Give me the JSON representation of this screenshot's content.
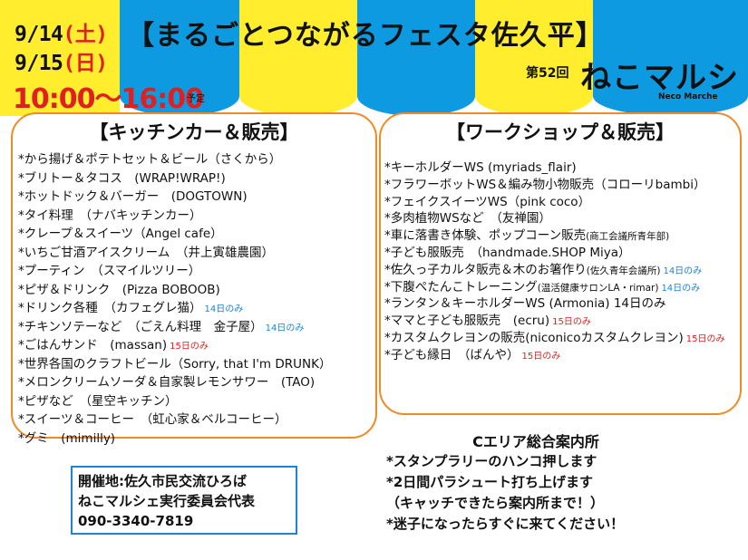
{
  "header": {
    "date1": "9/14",
    "date1_dow": "(土)",
    "date2": "9/15",
    "date2_dow": "(日)",
    "time": "10:00～16:00",
    "time_note": "予定",
    "title": "【まるごとつながるフェスタ佐久平】",
    "edition": "第52回",
    "brand": "ねこマルシェ",
    "brand_sub": "Neco Marche"
  },
  "colors": {
    "yellow": "#ffed2e",
    "blue": "#0d9ae0",
    "accent_red": "#e02020",
    "accent_blue": "#1a86d8",
    "panel_border": "#f08a24"
  },
  "kitchen": {
    "title": "【キッチンカー＆販売】",
    "items": [
      {
        "text": "*から揚げ＆ポテトセット＆ビール（さくから）",
        "note": ""
      },
      {
        "text": "*ブリトー＆タコス　(WRAP!WRAP!)",
        "note": ""
      },
      {
        "text": "*ホットドック＆バーガー　(DOGTOWN)",
        "note": ""
      },
      {
        "text": "*タイ料理　（ナバキッチンカー）",
        "note": ""
      },
      {
        "text": "*クレープ＆スイーツ（Angel cafe）",
        "note": ""
      },
      {
        "text": "*いちご甘酒アイスクリーム　（井上寅雄農園）",
        "note": ""
      },
      {
        "text": "*プーティン　（スマイルツリー）",
        "note": ""
      },
      {
        "text": "*ピザ＆ドリンク　(Pizza BOBOOB)",
        "note": ""
      },
      {
        "text": "*ドリンク各種　（カフェグレ猫）",
        "note": "14日のみ",
        "note_color": "blue"
      },
      {
        "text": "*チキンソテーなど　（ごえん料理　金子屋）",
        "note": "14日のみ",
        "note_color": "blue"
      },
      {
        "text": "*ごはんサンド　(massan)",
        "note": "15日のみ",
        "note_color": "red"
      },
      {
        "text": "*世界各国のクラフトビール（Sorry, that I'm DRUNK）",
        "note": ""
      },
      {
        "text": "*メロンクリームソーダ＆自家製レモンサワー　(TAO)",
        "note": ""
      },
      {
        "text": "*ピザなど　（星空キッチン）",
        "note": ""
      },
      {
        "text": "*スイーツ＆コーヒー　（虹心家＆ベルコーヒー）",
        "note": ""
      },
      {
        "text": "*グミ　(mimilly)",
        "note": ""
      }
    ]
  },
  "workshop": {
    "title": "【ワークショップ＆販売】",
    "items": [
      {
        "text": "*キーホルダーWS (myriads_flair)",
        "note": ""
      },
      {
        "text": "*フラワーボットWS＆編み物小物販売（コローリbambi）",
        "note": ""
      },
      {
        "text": "*フェイクスイーツWS（pink coco）",
        "note": ""
      },
      {
        "text": "*多肉植物WSなど　（友禅園）",
        "note": ""
      },
      {
        "text": "*車に落書き体験、ポップコーン販売",
        "tail": "(商工会議所青年部)",
        "note": ""
      },
      {
        "text": "*子ども服販売　（handmade.SHOP Miya）",
        "note": ""
      },
      {
        "text": "*佐久っ子カルタ販売＆木のお箸作り",
        "tail": "(佐久青年会議所)",
        "note": "14日のみ",
        "note_color": "blue"
      },
      {
        "text": "*下腹ぺたんこトレーニング",
        "tail": "(温活健康サロンLA・rimar)",
        "note": "14日のみ",
        "note_color": "blue"
      },
      {
        "text": "*ランタン＆キーホルダーWS (Armonia) 14日のみ",
        "note": ""
      },
      {
        "text": "*ママと子ども服販売　(ecru)",
        "note": "15日のみ",
        "note_color": "red"
      },
      {
        "text": "*カスタムクレヨンの販売(niconicoカスタムクレヨン)",
        "note": "15日のみ",
        "note_color": "red"
      },
      {
        "text": "*子ども縁日　（ばんや）",
        "note": "15日のみ",
        "note_color": "red"
      }
    ]
  },
  "venue": {
    "line1": "開催地:佐久市民交流ひろば",
    "line2": "ねこマルシェ実行委員会代表",
    "line3": "090-3340-7819"
  },
  "info": {
    "title": "Cエリア総合案内所",
    "lines": [
      "*スタンプラリーのハンコ押します",
      "*2日間パラシュート打ち上げます",
      "（キャッチできたら案内所まで！）",
      "*迷子になったらすぐに来てください！"
    ]
  }
}
